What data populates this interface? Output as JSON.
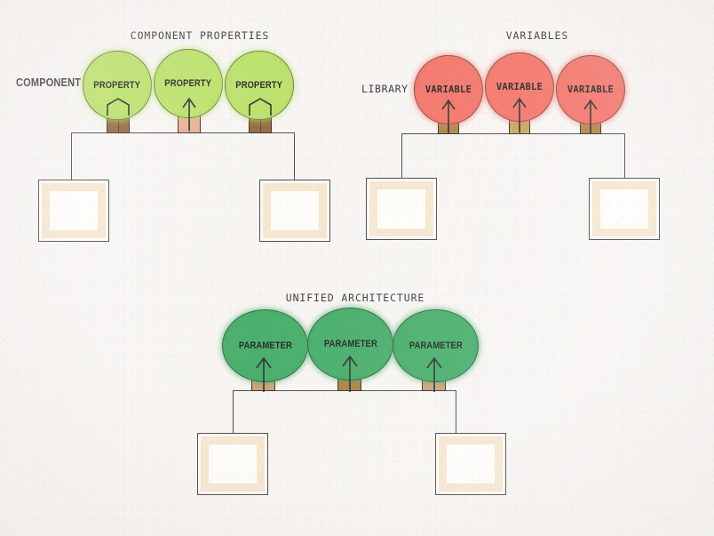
{
  "meta": {
    "background_color": "#f8f6f3",
    "ink_color": "#1d1d1d",
    "style": "hand-drawn pencil and marker sketch on textured paper"
  },
  "groups": [
    {
      "id": "component-properties",
      "title": "COMPONENT PROPERTIES",
      "side_label": "COMPONENT",
      "canopy_color": "#b5e05c",
      "canopy_edge_color": "#1d1d1d",
      "trees": [
        {
          "label": "PROPERTY",
          "trunk_color": "#8a5a28",
          "arrow": "chevron-up"
        },
        {
          "label": "PROPERTY",
          "trunk_color": "#e8a888",
          "arrow": "arrow-up"
        },
        {
          "label": "PROPERTY",
          "trunk_color": "#8a5a28",
          "arrow": "chevron-up"
        }
      ],
      "boxes": [
        {
          "label": "",
          "fill": "#f6e6cd"
        },
        {
          "label": "",
          "fill": "#f6e6cd"
        }
      ]
    },
    {
      "id": "variables",
      "title": "VARIABLES",
      "side_label": "LIBRARY",
      "canopy_color": "#f4685c",
      "canopy_edge_color": "#1d1d1d",
      "trees": [
        {
          "label": "VARIABLE",
          "trunk_color": "#a07a34",
          "arrow": "arrow-up"
        },
        {
          "label": "VARIABLE",
          "trunk_color": "#c2a14e",
          "arrow": "arrow-up"
        },
        {
          "label": "VARIABLE",
          "trunk_color": "#a07a34",
          "arrow": "arrow-up"
        }
      ],
      "boxes": [
        {
          "label": "",
          "fill": "#f6e6cd"
        },
        {
          "label": "",
          "fill": "#f6e6cd"
        }
      ]
    },
    {
      "id": "unified-architecture",
      "title": "UNIFIED ARCHITECTURE",
      "side_label": "",
      "canopy_color": "#35a85e",
      "canopy_edge_color": "#1d1d1d",
      "trees": [
        {
          "label": "PARAMETER",
          "trunk_color": "#cf9a6e",
          "arrow": "arrow-up"
        },
        {
          "label": "PARAMETER",
          "trunk_color": "#a9772c",
          "arrow": "arrow-up"
        },
        {
          "label": "PARAMETER",
          "trunk_color": "#cf9a6e",
          "arrow": "arrow-up"
        }
      ],
      "boxes": [
        {
          "label": "",
          "fill": "#f6e6cd"
        },
        {
          "label": "",
          "fill": "#f6e6cd"
        }
      ]
    }
  ]
}
